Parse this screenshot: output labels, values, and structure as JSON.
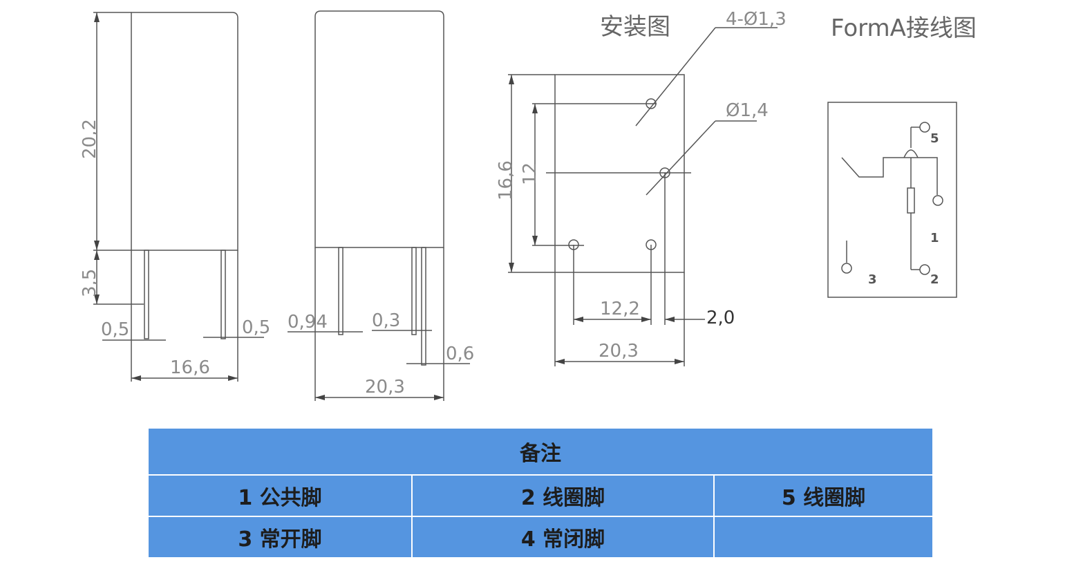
{
  "drawing": {
    "side_view": {
      "height": "20,2",
      "pin_length": "3,5",
      "pin_width_left": "0,5",
      "pin_width_right": "0,5",
      "pin_pitch": "16,6"
    },
    "front_view": {
      "pin_thick": "0,94",
      "pin_gap": "0,3",
      "pin_offset": "0,6",
      "width": "20,3"
    },
    "mounting": {
      "title": "安装图",
      "hole_note": "4-Ø1,3",
      "hole_note2": "Ø1,4",
      "height": "16,6",
      "hole_span_v": "12",
      "hole_span_h": "12,2",
      "edge_offset": "2,0",
      "width": "20,3"
    },
    "wiring": {
      "title": "FormA接线图",
      "pin_labels": [
        "5",
        "1",
        "3",
        "2"
      ]
    }
  },
  "table": {
    "header": "备注",
    "rows": [
      [
        "1 公共脚",
        "2 线圈脚",
        "5 线圈脚"
      ],
      [
        "3 常开脚",
        "4 常闭脚",
        ""
      ]
    ]
  }
}
